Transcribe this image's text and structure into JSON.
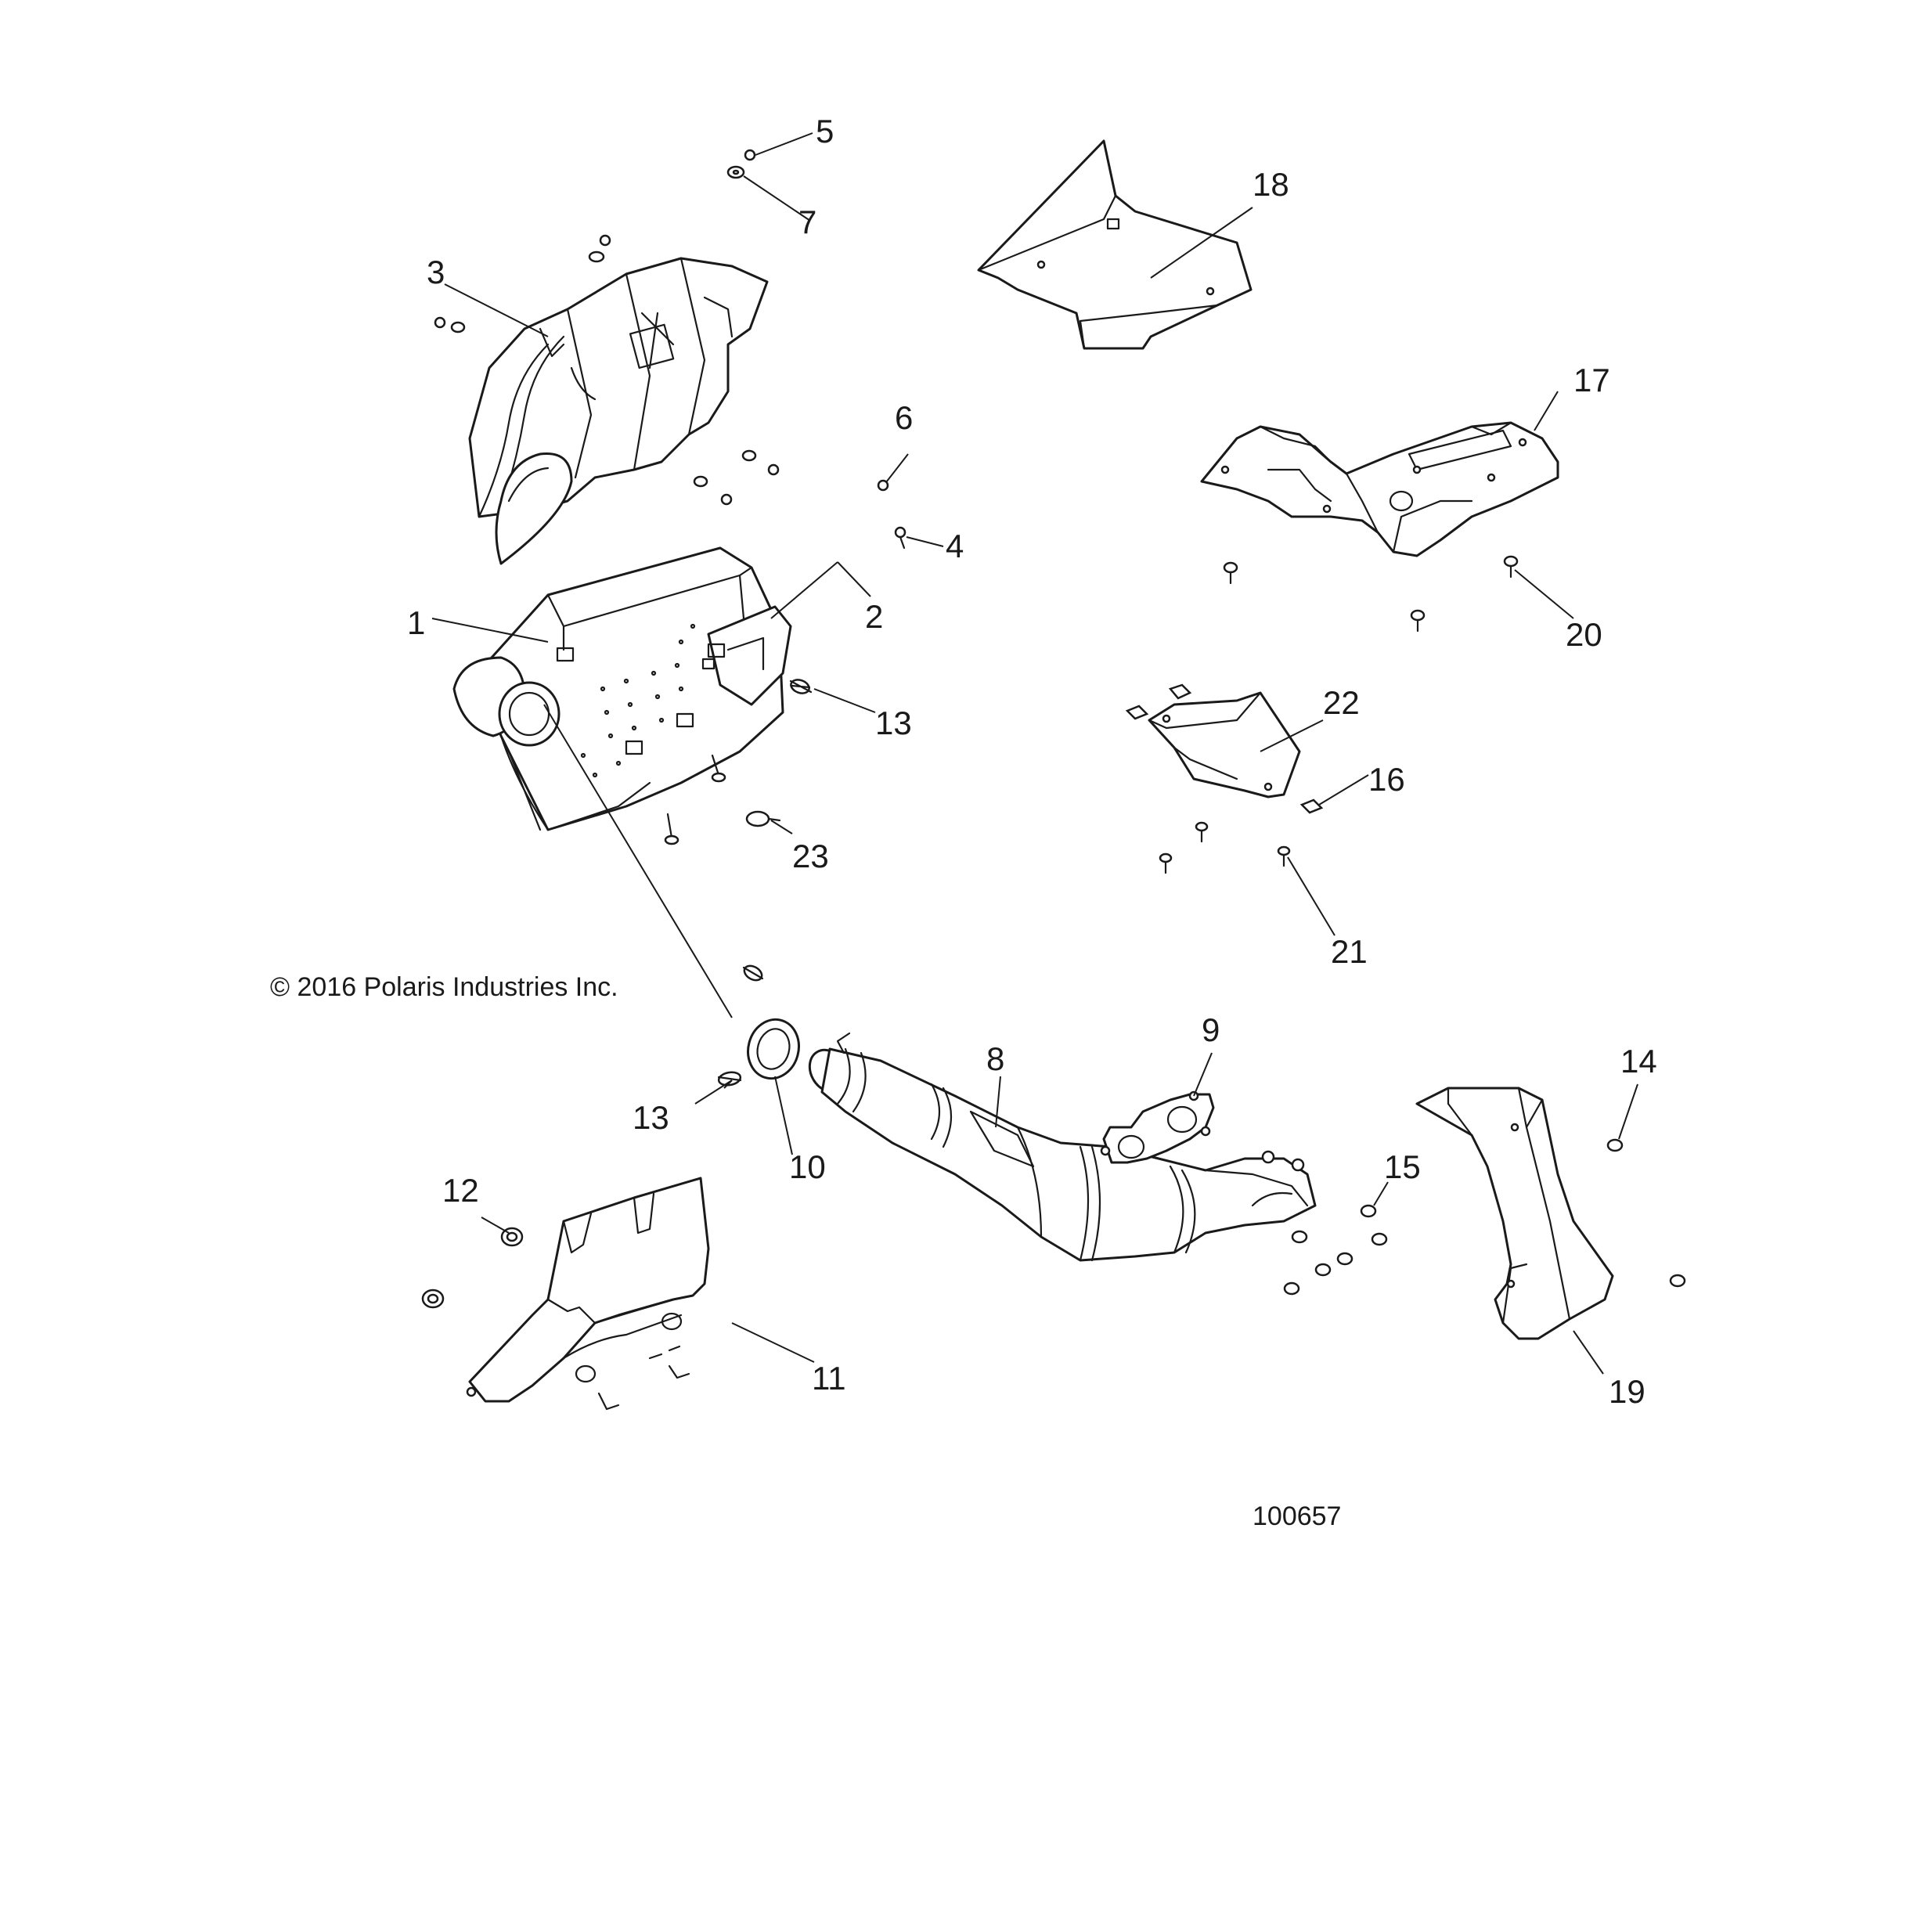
{
  "copyright": "© 2016 Polaris Industries Inc.",
  "diagram_id": "100657",
  "callouts": [
    {
      "id": "c1",
      "label": "1"
    },
    {
      "id": "c2",
      "label": "2"
    },
    {
      "id": "c3",
      "label": "3"
    },
    {
      "id": "c4",
      "label": "4"
    },
    {
      "id": "c5",
      "label": "5"
    },
    {
      "id": "c6",
      "label": "6"
    },
    {
      "id": "c7",
      "label": "7"
    },
    {
      "id": "c8",
      "label": "8"
    },
    {
      "id": "c9",
      "label": "9"
    },
    {
      "id": "c10",
      "label": "10"
    },
    {
      "id": "c11",
      "label": "11"
    },
    {
      "id": "c12",
      "label": "12"
    },
    {
      "id": "c13a",
      "label": "13"
    },
    {
      "id": "c13b",
      "label": "13"
    },
    {
      "id": "c14",
      "label": "14"
    },
    {
      "id": "c15",
      "label": "15"
    },
    {
      "id": "c16",
      "label": "16"
    },
    {
      "id": "c17",
      "label": "17"
    },
    {
      "id": "c18",
      "label": "18"
    },
    {
      "id": "c19",
      "label": "19"
    },
    {
      "id": "c20",
      "label": "20"
    },
    {
      "id": "c21",
      "label": "21"
    },
    {
      "id": "c22",
      "label": "22"
    },
    {
      "id": "c23",
      "label": "23"
    }
  ]
}
